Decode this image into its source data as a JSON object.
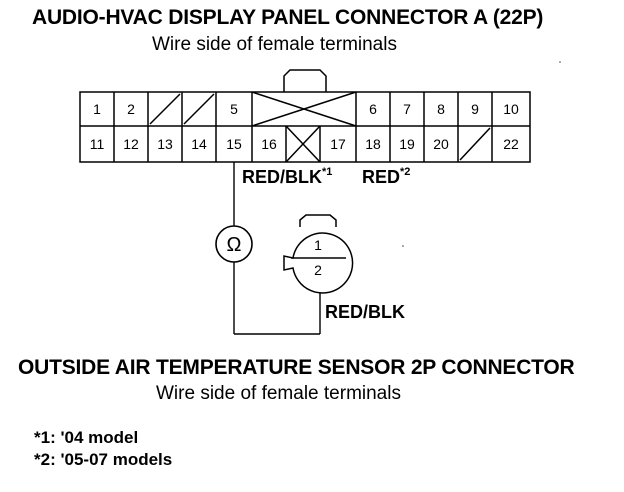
{
  "connector_a": {
    "title": "AUDIO-HVAC DISPLAY PANEL CONNECTOR A (22P)",
    "subtitle": "Wire side of female terminals",
    "row_top": [
      "1",
      "2",
      "",
      "",
      "5",
      "",
      "",
      "6",
      "7",
      "8",
      "9",
      "10"
    ],
    "row_bottom": [
      "11",
      "12",
      "13",
      "14",
      "15",
      "16",
      "",
      "17",
      "18",
      "19",
      "20",
      "",
      "22"
    ]
  },
  "wire_labels": {
    "red_blk_1": "RED/BLK",
    "red_blk_1_mark": "*1",
    "red_2": "RED",
    "red_2_mark": "*2",
    "red_blk_sensor": "RED/BLK"
  },
  "meter_symbol": "Ω",
  "sensor": {
    "title": "OUTSIDE AIR TEMPERATURE SENSOR 2P CONNECTOR",
    "subtitle": "Wire side of female terminals",
    "pins": [
      "1",
      "2"
    ]
  },
  "notes": [
    "*1: '04 model",
    "*2: '05-07 models"
  ]
}
